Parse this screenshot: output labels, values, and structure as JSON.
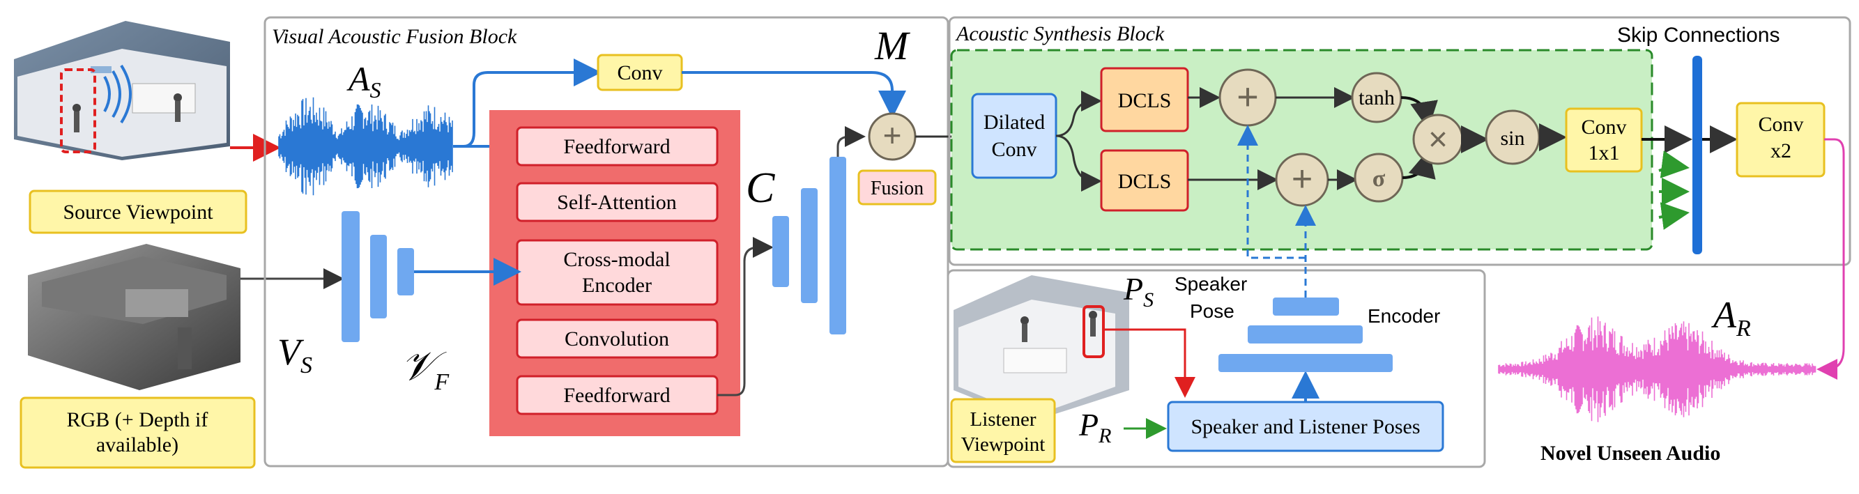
{
  "colors": {
    "accent_blue": "#2a78d4",
    "fusion_red": "#f06c6c",
    "synthesis_green": "#c9efc4",
    "arrow_red": "#e02020",
    "arrow_green": "#2e9a2e",
    "arrow_magenta": "#e040b0",
    "yellow_label": "#fff6a8"
  },
  "icons": [
    "plus-icon",
    "multiply-icon",
    "room-render-icon",
    "depth-map-icon",
    "waveform-icon"
  ],
  "left_inputs": {
    "source_viewpoint": "Source Viewpoint",
    "rgb_depth_line1": "RGB (+ Depth if",
    "rgb_depth_line2": "available)"
  },
  "fusion_block": {
    "title": "Visual Acoustic Fusion Block",
    "conv": "Conv",
    "transformer_layers": [
      "Feedforward",
      "Self-Attention",
      "Cross-modal",
      "Encoder",
      "Convolution",
      "Feedforward"
    ],
    "fusion_label": "Fusion",
    "symbols": {
      "a": "A",
      "a_sub": "S",
      "m": "M",
      "c": "C",
      "v": "V",
      "v_sub": "S",
      "vf": "𝒱",
      "vf_sub": "F"
    }
  },
  "synthesis_block": {
    "title": "Acoustic Synthesis Block",
    "skip_label": "Skip Connections",
    "dilated_line1": "Dilated",
    "dilated_line2": "Conv",
    "dcls_top": "DCLS",
    "dcls_bottom": "DCLS",
    "tanh": "tanh",
    "sigma": "σ",
    "sin": "sin",
    "conv1x1_line1": "Conv",
    "conv1x1_line2": "1x1",
    "convx2_line1": "Conv",
    "convx2_line2": "x2"
  },
  "pose_block": {
    "speaker_pose_line1": "Speaker",
    "speaker_pose_line2": "Pose",
    "encoder": "Encoder",
    "poses_box": "Speaker and Listener Poses",
    "listener_line1": "Listener",
    "listener_line2": "Viewpoint",
    "ps": "P",
    "ps_sub": "S",
    "pr": "P",
    "pr_sub": "R"
  },
  "output": {
    "ar": "A",
    "ar_sub": "R",
    "caption": "Novel Unseen Audio"
  }
}
